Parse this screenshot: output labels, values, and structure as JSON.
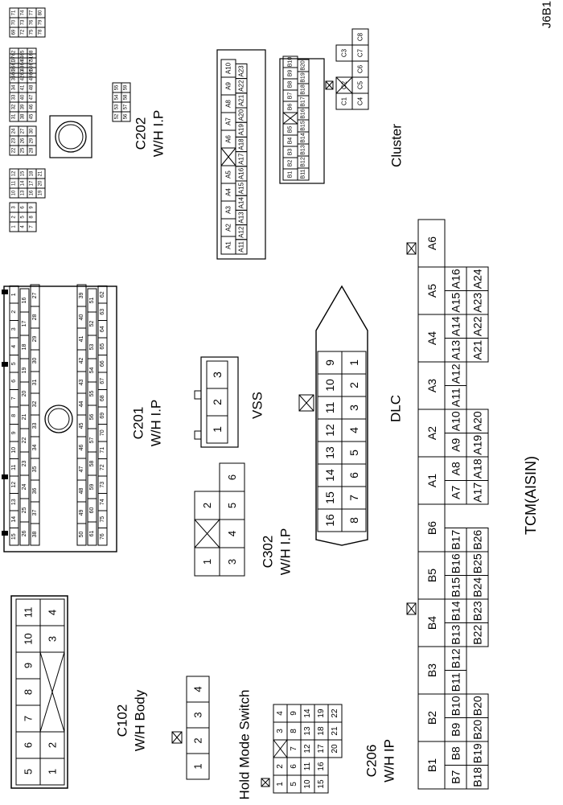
{
  "figure_id": "J6B1P016",
  "c102": {
    "name": "C102",
    "sub": "W/H Body",
    "pins_left": [
      "5",
      "6",
      "7",
      "8",
      "9",
      "10",
      "11"
    ],
    "pins_right": [
      "1",
      "2",
      "",
      "",
      "",
      "3",
      "4"
    ]
  },
  "hold_mode_switch": {
    "name": "Hold Mode Switch",
    "pins": [
      "1",
      "2",
      "3",
      "4"
    ]
  },
  "c206": {
    "name": "C206",
    "sub": "W/H IP",
    "rows": [
      [
        "1",
        "2",
        "",
        "3",
        "4"
      ],
      [
        "5",
        "6",
        "7",
        "8",
        "9"
      ],
      [
        "10",
        "11",
        "12",
        "13",
        "14"
      ],
      [
        "15",
        "16",
        "17",
        "18",
        "19"
      ],
      [
        "20",
        "21",
        "22"
      ]
    ]
  },
  "c302": {
    "name": "C302",
    "sub": "W/H I.P",
    "pins_top": [
      "1",
      "",
      "2"
    ],
    "pins_bottom": [
      "3",
      "4",
      "5",
      "6"
    ]
  },
  "vss": {
    "name": "VSS",
    "pins": [
      "1",
      "2",
      "3"
    ]
  },
  "c201": {
    "name": "C201",
    "sub": "W/H I.P",
    "pins_a": [
      "15",
      "14",
      "13",
      "12",
      "11",
      "10",
      "9",
      "8",
      "7",
      "6",
      "5",
      "4",
      "3",
      "2",
      "1"
    ],
    "pins_b": [
      "26",
      "25",
      "24",
      "23",
      "22",
      "21",
      "20",
      "19",
      "18",
      "17",
      "16"
    ],
    "pins_c": [
      "38",
      "37",
      "36",
      "35",
      "34",
      "33",
      "32",
      "31",
      "30",
      "29",
      "28",
      "27"
    ],
    "pins_d": [
      "50",
      "49",
      "48",
      "47",
      "46",
      "45",
      "44",
      "43",
      "42",
      "41",
      "40",
      "39"
    ],
    "pins_e": [
      "61",
      "60",
      "59",
      "58",
      "57",
      "56",
      "55",
      "54",
      "53",
      "52",
      "51"
    ],
    "pins_f": [
      "76",
      "75",
      "74",
      "73",
      "72",
      "71",
      "70",
      "69",
      "68",
      "67",
      "66",
      "65",
      "64",
      "63",
      "62"
    ]
  },
  "c202": {
    "name": "C202",
    "sub": "W/H I.P",
    "group_1": [
      [
        "1",
        "2",
        "3"
      ],
      [
        "4",
        "5",
        "6"
      ],
      [
        "7",
        "8",
        "9"
      ]
    ],
    "group_2": [
      [
        "10",
        "11",
        "12"
      ],
      [
        "13",
        "14",
        "15"
      ],
      [
        "16",
        "17",
        "18"
      ],
      [
        "19",
        "20",
        "21"
      ]
    ],
    "group_3": [
      [
        "22",
        "23",
        "24"
      ],
      [
        "25",
        "26",
        "27"
      ],
      [
        "28",
        "29",
        "30"
      ]
    ],
    "group_4": [
      [
        "31",
        "32",
        "33",
        "34",
        "35",
        "36",
        "37"
      ],
      [
        "38",
        "39",
        "40",
        "41",
        "42",
        "43",
        "44"
      ],
      [
        "45",
        "46",
        "47",
        "48",
        "49",
        "50",
        "51"
      ]
    ],
    "group_5": [
      [
        "52",
        "53",
        "54",
        "55"
      ],
      [
        "56",
        "57",
        "58",
        "59"
      ]
    ],
    "group_6": [
      [
        "60",
        "61",
        "62"
      ],
      [
        "63",
        "64",
        "65"
      ],
      [
        "66",
        "67",
        "68"
      ]
    ],
    "group_7": [
      [
        "69",
        "70",
        "71"
      ],
      [
        "72",
        "73",
        "74"
      ],
      [
        "75",
        "76",
        "77"
      ],
      [
        "78",
        "79",
        "80"
      ]
    ],
    "group_8": [
      [
        "81",
        "82",
        "83"
      ],
      [
        "84",
        "85",
        "86"
      ],
      [
        "87",
        "88",
        "89"
      ]
    ]
  },
  "dlc": {
    "name": "DLC",
    "top": [
      "16",
      "15",
      "14",
      "13",
      "12",
      "11",
      "10",
      "9"
    ],
    "bottom": [
      "8",
      "7",
      "6",
      "5",
      "4",
      "3",
      "2",
      "1"
    ]
  },
  "cluster": {
    "name": "Cluster",
    "a_top": [
      "A1",
      "A2",
      "A3",
      "A4",
      "A5",
      "",
      "A6",
      "A7",
      "A8",
      "A9",
      "A10"
    ],
    "a_bottom": [
      "A11",
      "A12",
      "A13",
      "A14",
      "A15",
      "A16",
      "A17",
      "A18",
      "A19",
      "A20",
      "A21",
      "A22",
      "A23"
    ],
    "b_top": [
      "B1",
      "B2",
      "B3",
      "B4",
      "B5",
      "",
      "B6",
      "B7",
      "B8",
      "B9",
      "B10"
    ],
    "b_bottom": [
      "B11",
      "B12",
      "B13",
      "B14",
      "B15",
      "B16",
      "B17",
      "B18",
      "B19",
      "B20"
    ],
    "c_top": [
      "C1",
      "C2",
      "",
      "C3"
    ],
    "c_bottom": [
      "C4",
      "C5",
      "C6",
      "C7",
      "C8"
    ]
  },
  "tcm": {
    "name": "TCM(AISIN)",
    "b_row1": [
      "B1",
      "B2",
      "B3",
      "B4",
      "B5",
      "B6"
    ],
    "b_row2": [
      "B7",
      "B8",
      "B9",
      "B10",
      "B11",
      "B12",
      "B13",
      "B14",
      "B15",
      "B16",
      "B17"
    ],
    "b_row3": [
      "B18",
      "B19",
      "B20",
      "B20",
      "",
      "",
      "B22",
      "B23",
      "B24",
      "B25",
      "B26"
    ],
    "a_row1": [
      "A1",
      "A2",
      "A3",
      "A4",
      "A5",
      "A6"
    ],
    "a_row2": [
      "A7",
      "A8",
      "A9",
      "A10",
      "A11",
      "A12",
      "A13",
      "A14",
      "A15",
      "A16"
    ],
    "a_row3": [
      "A17",
      "A18",
      "A19",
      "A20",
      "",
      "",
      "A21",
      "A22",
      "A23",
      "A24"
    ]
  }
}
